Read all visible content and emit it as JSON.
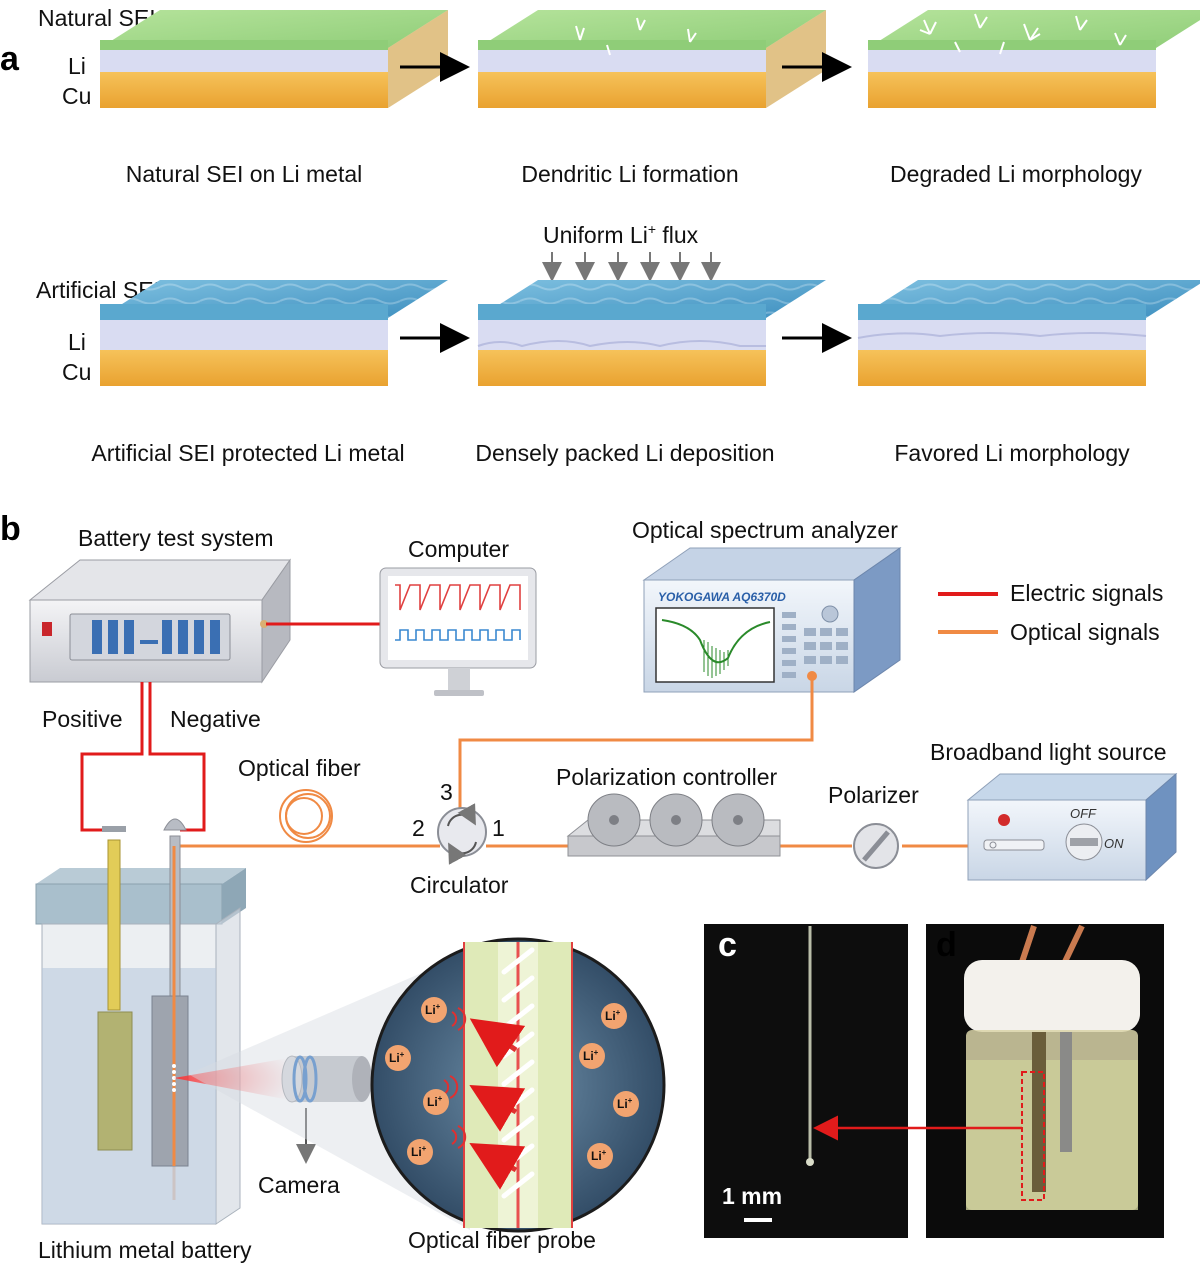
{
  "panels": {
    "a": "a",
    "b": "b",
    "c": "c",
    "d": "d"
  },
  "panel_a": {
    "row1": {
      "layer_sei": "Natural SEI",
      "layer_li": "Li",
      "layer_cu": "Cu",
      "captions": [
        "Natural SEI on Li metal",
        "Dendritic Li formation",
        "Degraded Li morphology"
      ]
    },
    "row2": {
      "layer_sei": "Artificial SEI",
      "layer_li": "Li",
      "layer_cu": "Cu",
      "flux_label": "Uniform Li",
      "flux_sup": "+",
      "flux_suffix": " flux",
      "captions": [
        "Artificial SEI protected Li metal",
        "Densely packed Li deposition",
        "Favored Li morphology"
      ]
    }
  },
  "panel_b": {
    "battery_test_system": "Battery test system",
    "computer": "Computer",
    "osa": "Optical spectrum analyzer",
    "osa_brand": "YOKOGAWA AQ6370D",
    "legend": [
      {
        "label": "Electric signals",
        "color": "#e11b1b"
      },
      {
        "label": "Optical signals",
        "color": "#f08a44"
      }
    ],
    "positive": "Positive",
    "negative": "Negative",
    "optical_fiber": "Optical fiber",
    "circulator": "Circulator",
    "port_1": "1",
    "port_2": "2",
    "port_3": "3",
    "polarization_controller": "Polarization controller",
    "polarizer": "Polarizer",
    "broadband_light_source": "Broadband light source",
    "switch_off": "OFF",
    "switch_on": "ON",
    "camera": "Camera",
    "lithium_metal_battery": "Lithium metal battery",
    "optical_fiber_probe": "Optical fiber probe",
    "li_ion": "Li",
    "li_ion_sup": "+"
  },
  "panel_c": {
    "scale_bar": "1 mm"
  },
  "colors": {
    "electric": "#e11b1b",
    "optical": "#f08a44",
    "copper": "#f2b441",
    "natural_sei": "#a9dc8e",
    "artificial_sei": "#5aa8cf",
    "lithium": "#d9dcf2"
  }
}
